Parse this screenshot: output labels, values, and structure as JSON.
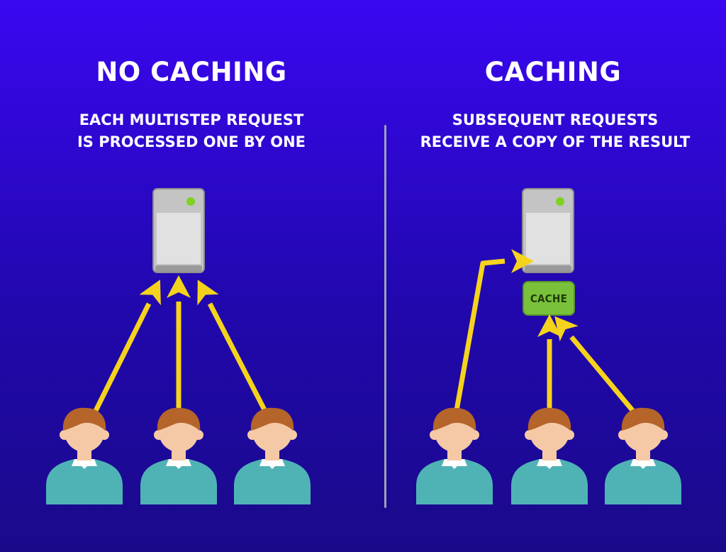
{
  "left_panel": {
    "title": "NO CACHING",
    "subtitle_line1": "EACH MULTISTEP REQUEST",
    "subtitle_line2": "IS PROCESSED ONE BY ONE"
  },
  "right_panel": {
    "title": "CACHING",
    "subtitle_line1": "SUBSEQUENT REQUESTS",
    "subtitle_line2": "RECEIVE A COPY OF THE RESULT",
    "cache_label": "CACHE"
  },
  "colors": {
    "background": "#2a08c8",
    "arrow": "#f5d31c",
    "server_body": "#c8c8c8",
    "server_led": "#7ed321",
    "cache_fill": "#79c13a",
    "user_shirt": "#4fb3b5",
    "user_hair": "#b5652a",
    "user_skin": "#f6c9a6"
  }
}
